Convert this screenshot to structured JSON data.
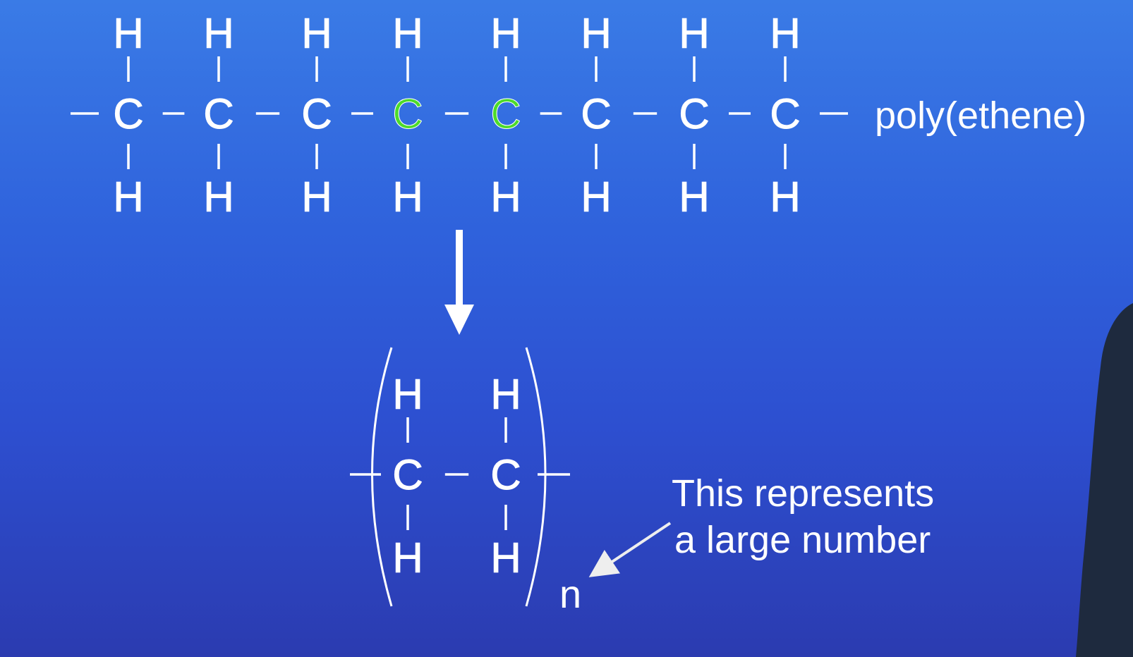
{
  "polymer": {
    "top_h": [
      "H",
      "H",
      "H",
      "H",
      "H",
      "H",
      "H",
      "H"
    ],
    "carbons": [
      "C",
      "C",
      "C",
      "C",
      "C",
      "C",
      "C",
      "C"
    ],
    "bottom_h": [
      "H",
      "H",
      "H",
      "H",
      "H",
      "H",
      "H",
      "H"
    ],
    "highlight_indices": [
      3,
      4
    ],
    "name": "poly(ethene)"
  },
  "repeat_unit": {
    "top_h": [
      "H",
      "H"
    ],
    "carbons": [
      "C",
      "C"
    ],
    "bottom_h": [
      "H",
      "H"
    ],
    "subscript": "n"
  },
  "annotation": {
    "line1": "This represents",
    "line2": "a large number"
  },
  "colors": {
    "text": "#ffffff",
    "highlight": "#4ddb2a",
    "background_top": "#3a7be6",
    "background_bottom": "#2b3bb0",
    "presenter": "#1e2a3e"
  }
}
